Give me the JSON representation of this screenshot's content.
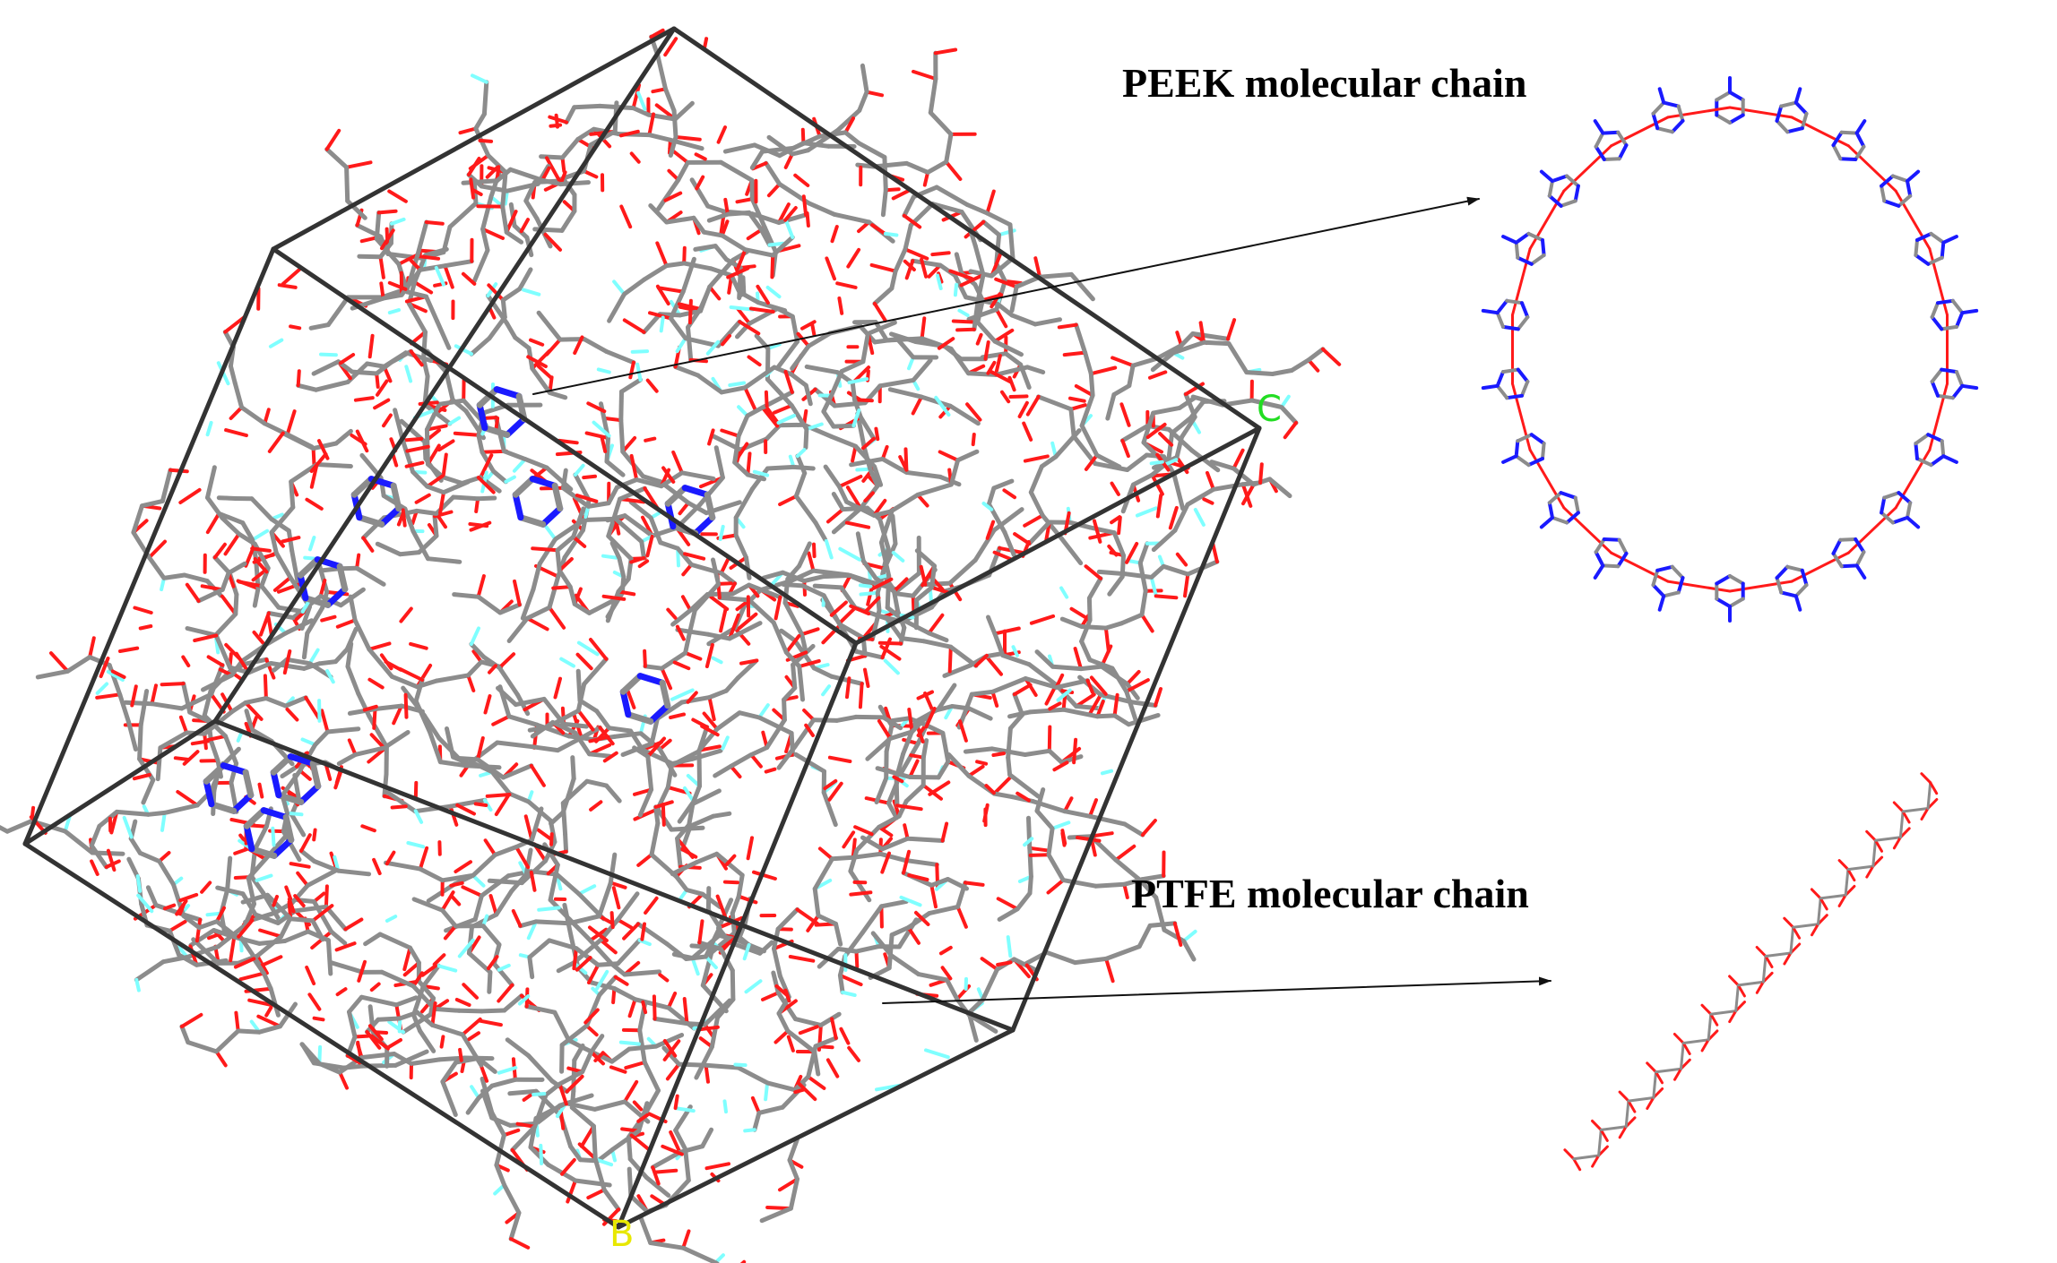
{
  "labels": {
    "peek": "PEEK molecular chain",
    "ptfe": "PTFE molecular chain"
  },
  "axes": {
    "c": "C",
    "b": "B"
  },
  "colors": {
    "carbon": "#8c8c8c",
    "oxygen": "#ff1a1a",
    "nitrogen": "#1a1aff",
    "fluorine": "#7fffff",
    "cell_edge": "#333333",
    "arrow": "#111111",
    "axis_c": "#22dd22",
    "axis_b": "#e8e800"
  }
}
